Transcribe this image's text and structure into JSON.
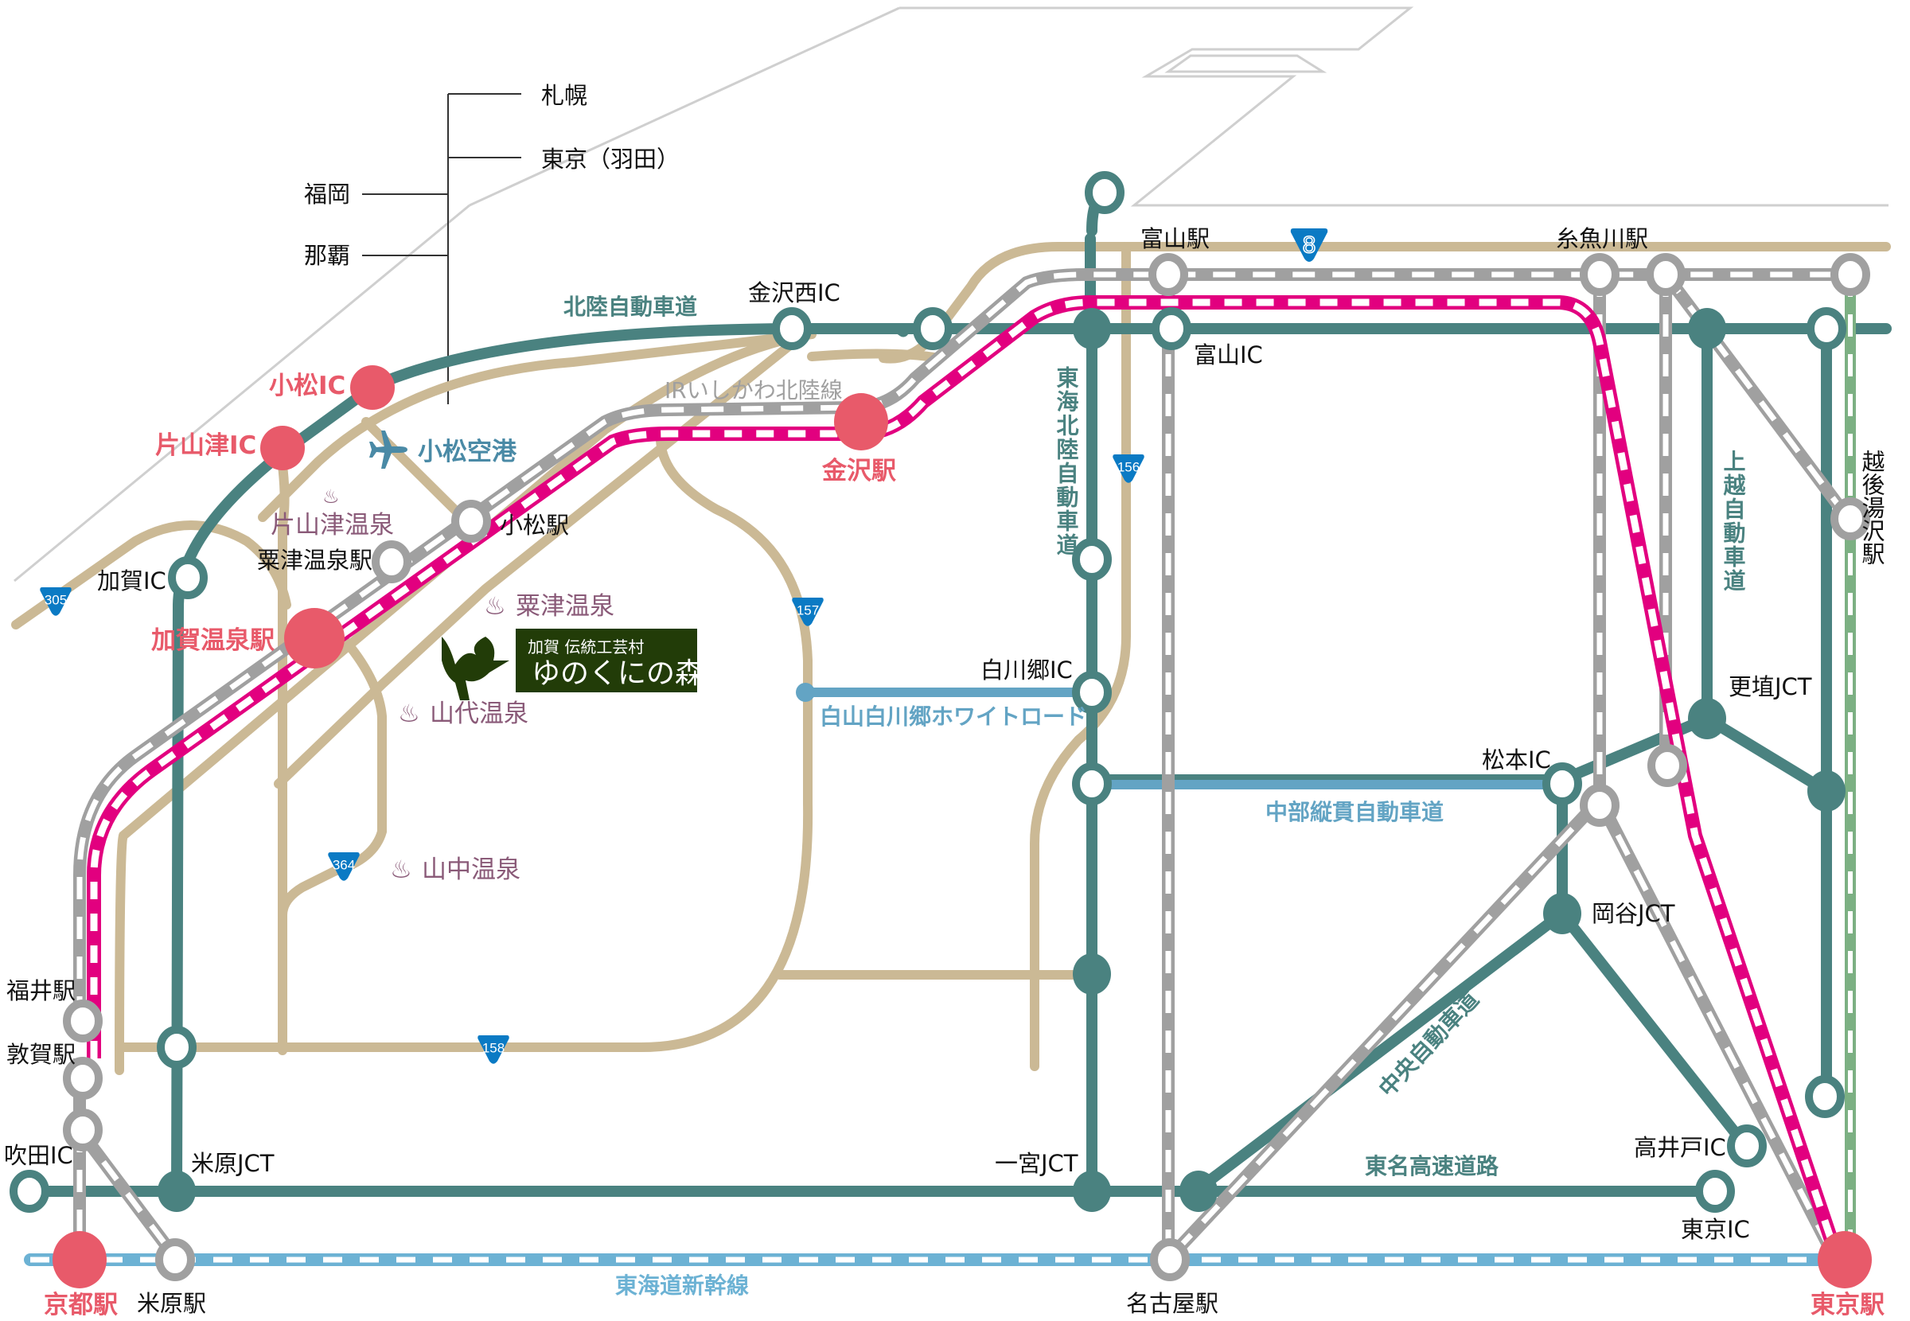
{
  "colors": {
    "expressway": "#4a8280",
    "national_road": "#cbb995",
    "shinkansen": "#e2007f",
    "jr_line": "#a0a0a0",
    "tokaido_shinkansen": "#6cb2d4",
    "joetsu_line": "#7cb083",
    "major_point": "#e85a6a",
    "chubu_road": "#63a4c4",
    "route_shield": "#0a7ac4",
    "yunokuni_bg": "#223c08",
    "onsen_text": "#8a5a78",
    "outline": "#cfcfcf"
  },
  "flights": {
    "airport": "小松空港",
    "destinations_right": [
      "札幌",
      "東京（羽田）"
    ],
    "destinations_left": [
      "福岡",
      "那覇"
    ]
  },
  "roads": {
    "hokuriku_expressway": "北陸自動車道",
    "tokai_hokuriku_expressway": "東海北陸自動車道",
    "joetsu_expressway": "上越自動車道",
    "chubu_jukan_expressway": "中部縦貫自動車道",
    "chuo_expressway": "中央自動車道",
    "tomei_expressway": "東名高速道路",
    "hakusan_shirakawago_white_road": "白山白川郷ホワイトロード"
  },
  "rail_lines": {
    "ir_ishikawa": "IRいしかわ北陸線",
    "tokaido_shinkansen": "東海道新幹線"
  },
  "route_shields": [
    "8",
    "156",
    "157",
    "158",
    "305",
    "364"
  ],
  "major_points": {
    "komatsu_ic": "小松IC",
    "katayamazu_ic": "片山津IC",
    "kaga_onsen_station": "加賀温泉駅",
    "kanazawa_station": "金沢駅",
    "kyoto_station": "京都駅",
    "tokyo_station": "東京駅"
  },
  "stations": {
    "toyama": "富山駅",
    "itoigawa": "糸魚川駅",
    "echigo_yuzawa": "越後湯沢駅",
    "komatsu": "小松駅",
    "awazu_onsen": "粟津温泉駅",
    "fukui": "福井駅",
    "tsuruga": "敦賀駅",
    "maibara": "米原駅",
    "nagoya": "名古屋駅"
  },
  "interchanges": {
    "kanazawa_nishi": "金沢西IC",
    "toyama": "富山IC",
    "kaga": "加賀IC",
    "shirakawago": "白川郷IC",
    "matsumoto": "松本IC",
    "koshoku_jct": "更埴JCT",
    "okaya_jct": "岡谷JCT",
    "takaido": "高井戸IC",
    "tokyo": "東京IC",
    "ichinomiya_jct": "一宮JCT",
    "maibara_jct": "米原JCT",
    "suita": "吹田IC"
  },
  "onsen": {
    "katayamazu": "片山津温泉",
    "awazu": "粟津温泉",
    "yamashiro": "山代温泉",
    "yamanaka": "山中温泉"
  },
  "yunokuni": {
    "subtitle": "加賀 伝統工芸村",
    "title": "ゆのくにの森"
  }
}
